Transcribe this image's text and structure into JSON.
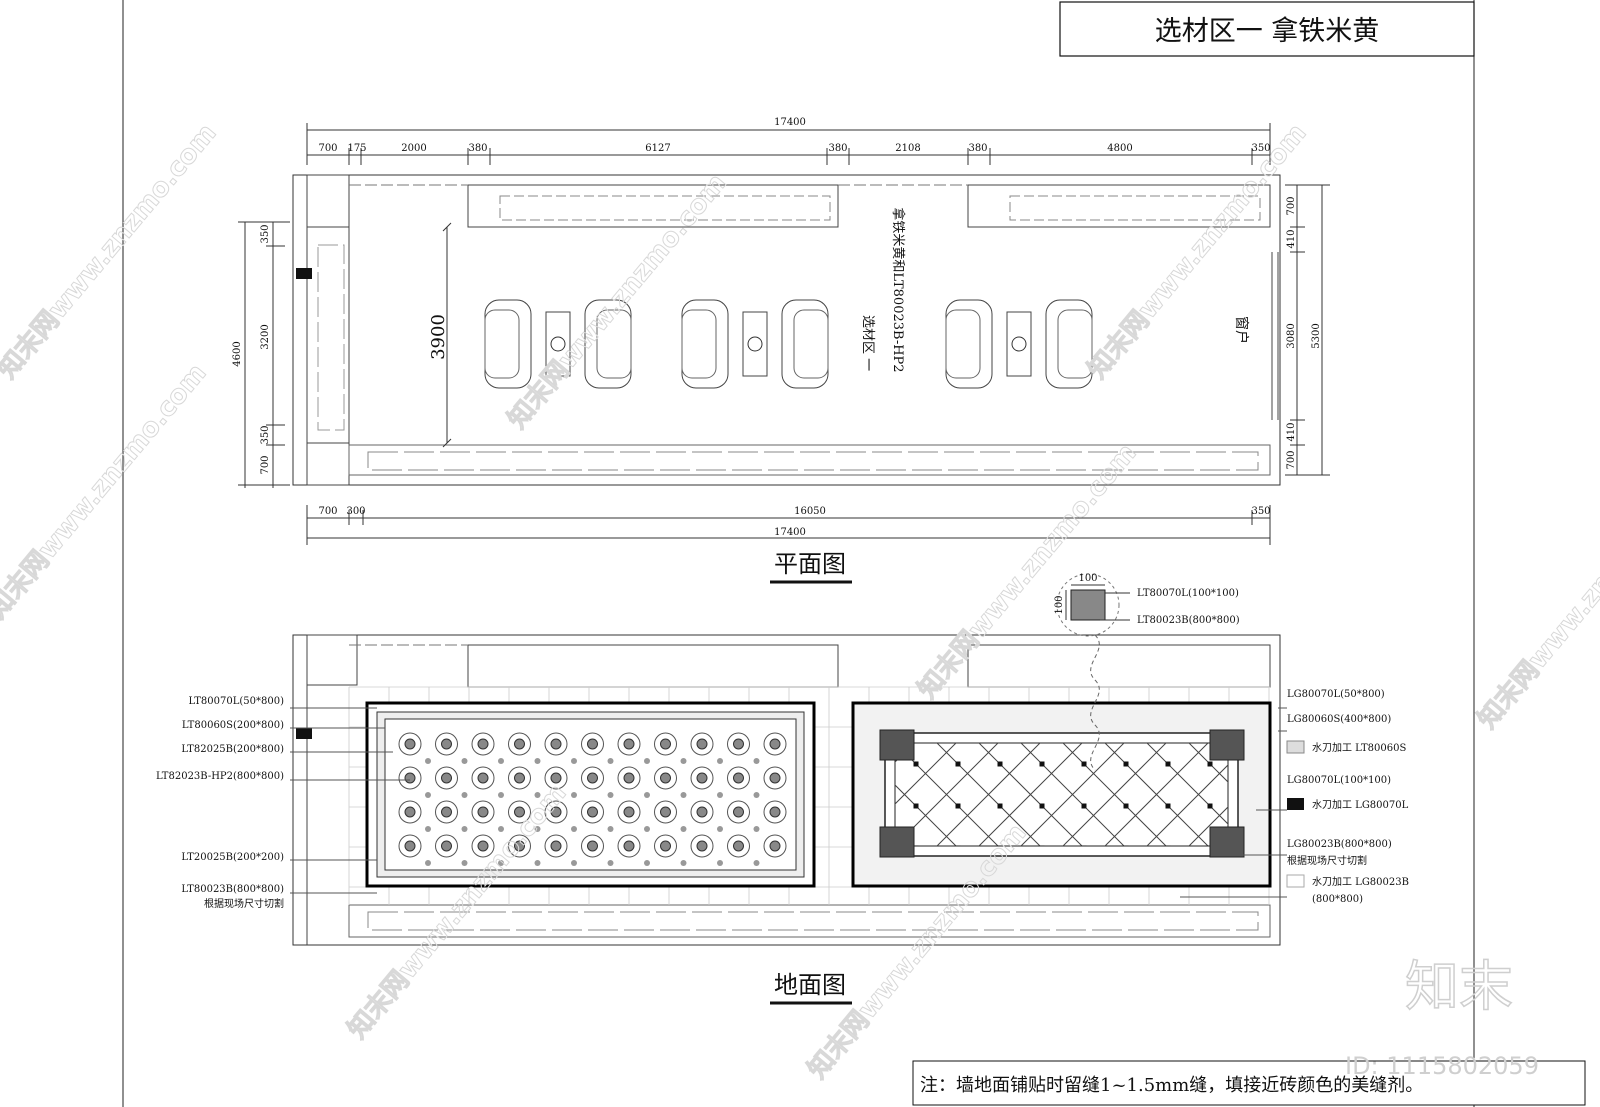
{
  "title": "选材区一  拿铁米黄",
  "plan": {
    "caption": "平面图",
    "top_total": "17400",
    "top_dims": [
      "700",
      "175",
      "2000",
      "380",
      "6127",
      "380",
      "2108",
      "380",
      "4800",
      "350"
    ],
    "bottom_dims": [
      "700",
      "300",
      "16050",
      "350"
    ],
    "bottom_total": "17400",
    "left_dims": [
      "350",
      "3200",
      "350",
      "700"
    ],
    "left_total": "4600",
    "right_dims": [
      "700",
      "410",
      "3080",
      "410",
      "700"
    ],
    "right_total": "5300",
    "inner_dim": "3900",
    "zone_label_1": "选材区 一",
    "zone_label_2": "拿铁米黄和LT80023B-HP2",
    "window_label": "窗户"
  },
  "floor": {
    "caption": "地面图",
    "detail_size": "100",
    "detail_labels": [
      "LT80070L(100*100)",
      "LT80023B(800*800)"
    ],
    "left_labels": [
      "LT80070L(50*800)",
      "LT80060S(200*800)",
      "LT82025B(200*800)",
      "LT82023B-HP2(800*800)",
      "LT20025B(200*200)",
      "LT80023B(800*800)",
      "根据现场尺寸切割"
    ],
    "right_labels": [
      "LG80070L(50*800)",
      "LG80060S(400*800)",
      "水刀加工 LT80060S",
      "LG80070L(100*100)",
      "水刀加工 LG80070L",
      "LG80023B(800*800)",
      "根据现场尺寸切割",
      "水刀加工 LG80023B",
      "(800*800)"
    ]
  },
  "note": "注：墙地面铺贴时留缝1~1.5mm缝，填接近砖颜色的美缝剂。",
  "watermark": {
    "brand": "知末",
    "site": "知末网www.znzmo.com",
    "id": "ID: 1115802059"
  }
}
